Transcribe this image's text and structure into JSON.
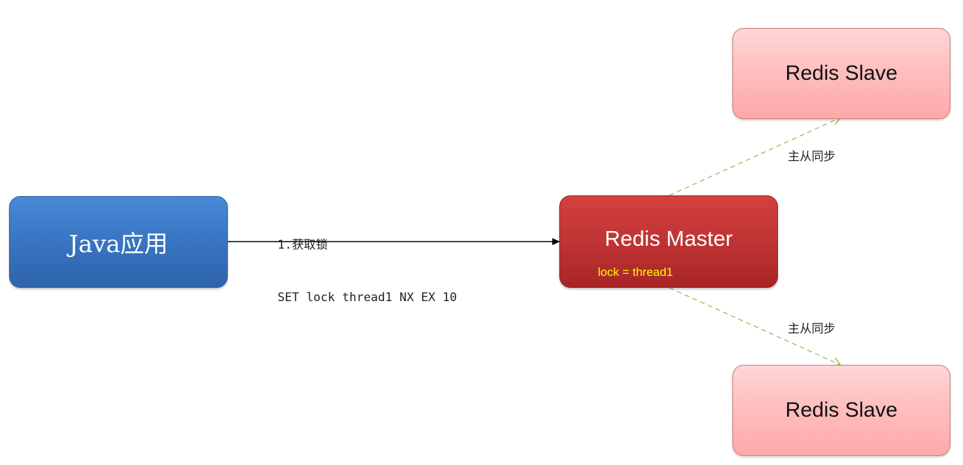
{
  "nodes": {
    "java": {
      "label": "Java应用",
      "color": "#3b78c6"
    },
    "master": {
      "label": "Redis Master",
      "sublabel": "lock = thread1",
      "color": "#c23535",
      "sublabel_color": "#ffff00"
    },
    "slave_top": {
      "label": "Redis Slave",
      "color": "#ffbdbd"
    },
    "slave_bottom": {
      "label": "Redis Slave",
      "color": "#ffbdbd"
    }
  },
  "edges": {
    "acquire_lock": {
      "line1": "1.获取锁",
      "line2": "SET lock thread1 NX EX 10",
      "color": "#000000"
    },
    "sync_top": {
      "label": "主从同步",
      "color": "#8fbf55"
    },
    "sync_bottom": {
      "label": "主从同步",
      "color": "#8fbf55"
    }
  }
}
